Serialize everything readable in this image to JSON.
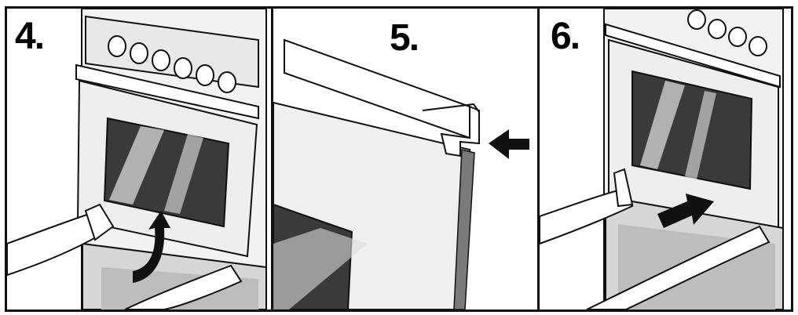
{
  "steps": [
    {
      "label": "4."
    },
    {
      "label": "5."
    },
    {
      "label": "6."
    }
  ],
  "colors": {
    "ink": "#111111",
    "glass_dark": "#3a3a3a",
    "shade": "#d9d9d9",
    "paper": "#ffffff"
  }
}
